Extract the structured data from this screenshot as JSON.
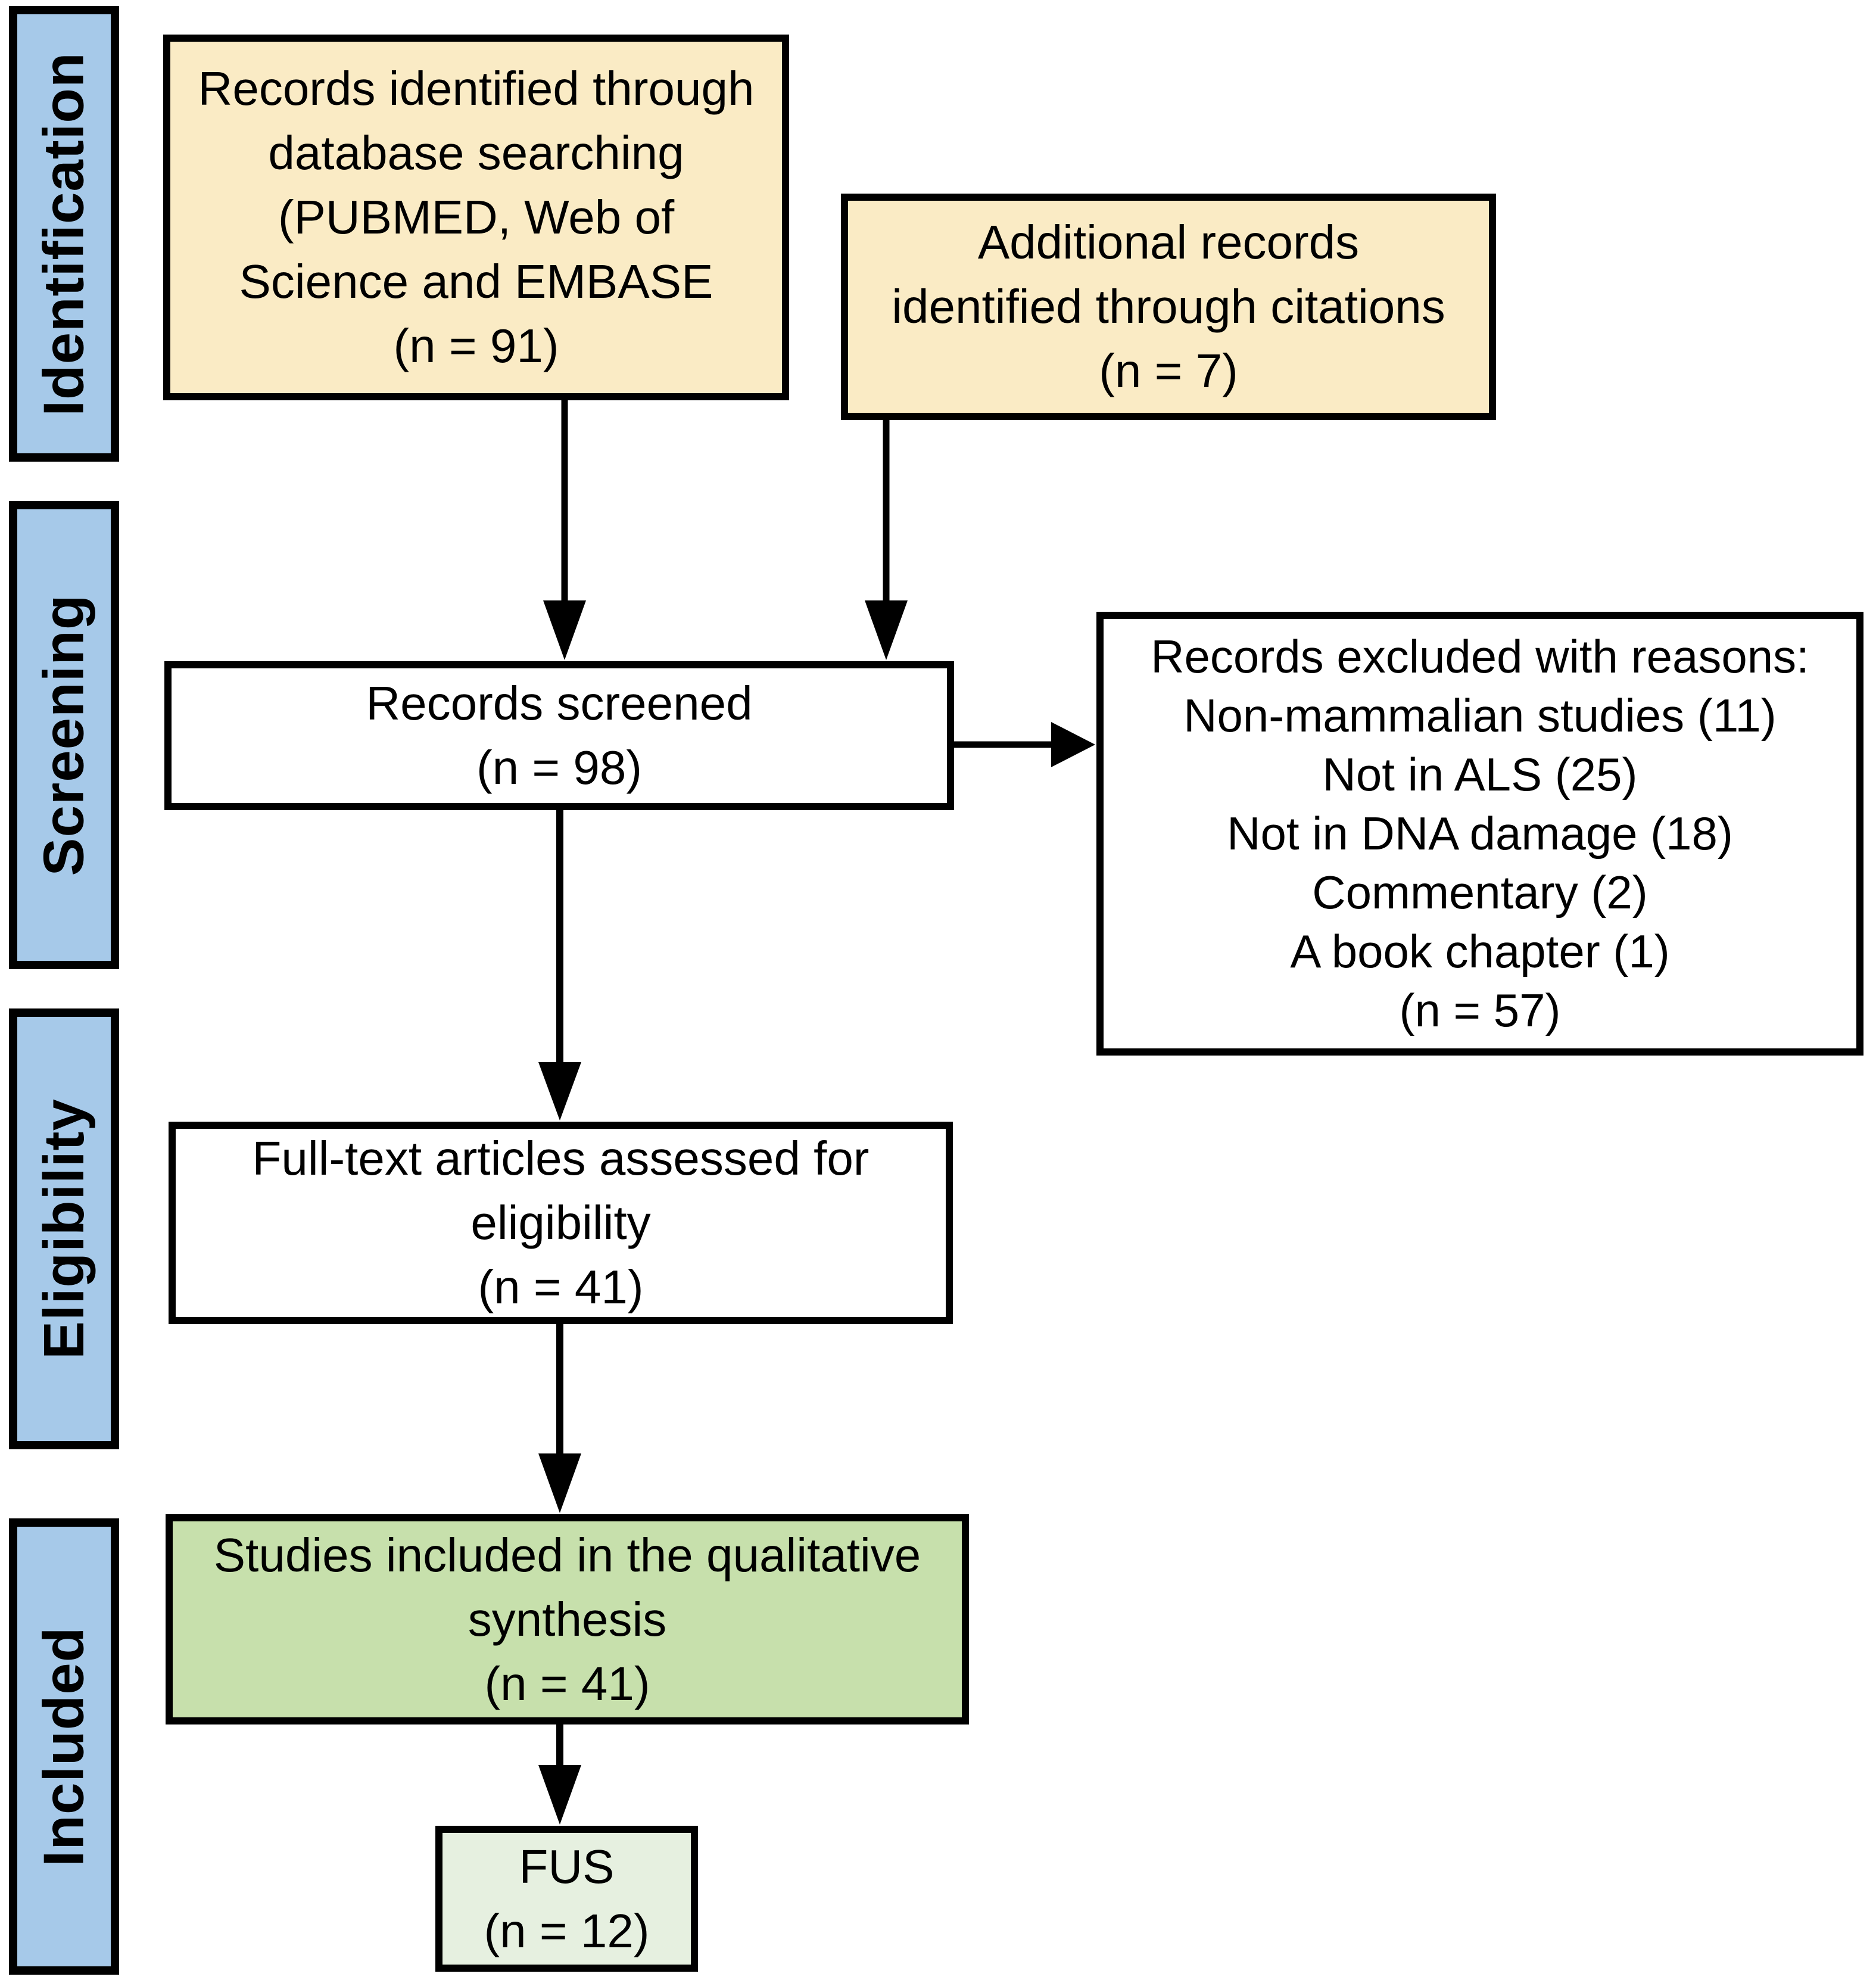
{
  "stages": [
    {
      "label": "Identification"
    },
    {
      "label": "Screening"
    },
    {
      "label": "Eligibility"
    },
    {
      "label": "Included"
    }
  ],
  "boxes": {
    "records_identified": {
      "text": "Records identified through\ndatabase searching\n(PUBMED, Web of\nScience and EMBASE\n(n = 91)"
    },
    "additional_records": {
      "text": "Additional records\nidentified through citations\n(n = 7)"
    },
    "records_screened": {
      "text": "Records screened\n(n = 98)"
    },
    "records_excluded": {
      "text": "Records excluded with reasons:\nNon-mammalian studies (11)\nNot in ALS (25)\nNot in DNA damage (18)\nCommentary (2)\nA book chapter (1)\n(n = 57)"
    },
    "full_text_assessed": {
      "text": "Full-text articles assessed for\neligibility\n(n = 41)"
    },
    "qualitative_synthesis": {
      "text": "Studies included in the qualitative\nsynthesis\n(n = 41)"
    },
    "fus": {
      "text": "FUS\n(n = 12)"
    }
  },
  "colors": {
    "stage_fill": "#A6C9E9",
    "source_fill": "#FAEBC5",
    "screen_fill": "#FFFFFF",
    "synthesis_fill": "#C7E0AC",
    "fus_fill": "#E6F0E0",
    "border": "#000000",
    "arrow": "#000000"
  }
}
